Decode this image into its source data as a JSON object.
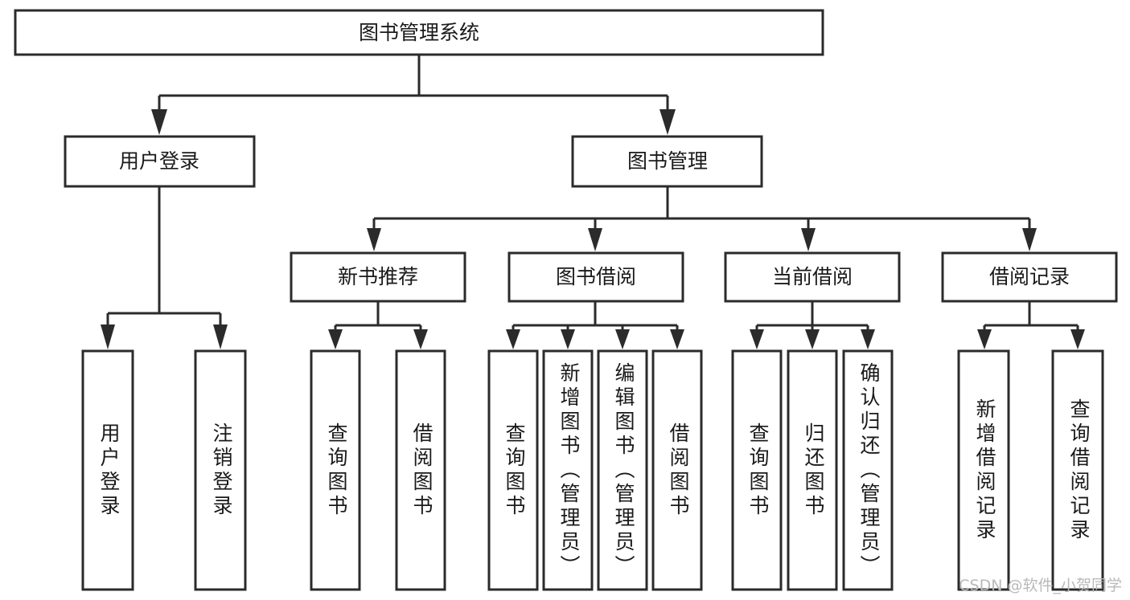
{
  "diagram": {
    "title": "图书管理系统",
    "type": "tree-hierarchy-diagram",
    "watermark": "CSDN @软件_小贺同学",
    "colors": {
      "stroke": "#2b2b2b",
      "fill": "#ffffff",
      "text": "#1a1a1a",
      "watermark": "#b9b9b9"
    },
    "levels": {
      "root": {
        "id": "root",
        "label": "图书管理系统"
      },
      "level2": [
        {
          "id": "user-login",
          "label": "用户登录"
        },
        {
          "id": "book-management",
          "label": "图书管理"
        }
      ],
      "level3": [
        {
          "id": "new-book-recommend",
          "label": "新书推荐",
          "parent": "book-management"
        },
        {
          "id": "book-borrow",
          "label": "图书借阅",
          "parent": "book-management"
        },
        {
          "id": "current-borrow",
          "label": "当前借阅",
          "parent": "book-management"
        },
        {
          "id": "borrow-record",
          "label": "借阅记录",
          "parent": "book-management"
        }
      ],
      "leaves": [
        {
          "id": "leaf-user-login",
          "label": "用户登录",
          "parent": "user-login"
        },
        {
          "id": "leaf-user-logout",
          "label": "注销登录",
          "parent": "user-login"
        },
        {
          "id": "leaf-query-book-1",
          "label": "查询图书",
          "parent": "new-book-recommend"
        },
        {
          "id": "leaf-borrow-book-1",
          "label": "借阅图书",
          "parent": "new-book-recommend"
        },
        {
          "id": "leaf-query-book-2",
          "label": "查询图书",
          "parent": "book-borrow"
        },
        {
          "id": "leaf-add-book",
          "label": "新增图书（管理员）",
          "parent": "book-borrow"
        },
        {
          "id": "leaf-edit-book",
          "label": "编辑图书（管理员）",
          "parent": "book-borrow"
        },
        {
          "id": "leaf-borrow-book-2",
          "label": "借阅图书",
          "parent": "book-borrow"
        },
        {
          "id": "leaf-query-book-3",
          "label": "查询图书",
          "parent": "current-borrow"
        },
        {
          "id": "leaf-return-book",
          "label": "归还图书",
          "parent": "current-borrow"
        },
        {
          "id": "leaf-confirm-return",
          "label": "确认归还（管理员）",
          "parent": "current-borrow"
        },
        {
          "id": "leaf-add-record",
          "label": "新增借阅记录",
          "parent": "borrow-record"
        },
        {
          "id": "leaf-query-record",
          "label": "查询借阅记录",
          "parent": "borrow-record"
        }
      ]
    }
  }
}
